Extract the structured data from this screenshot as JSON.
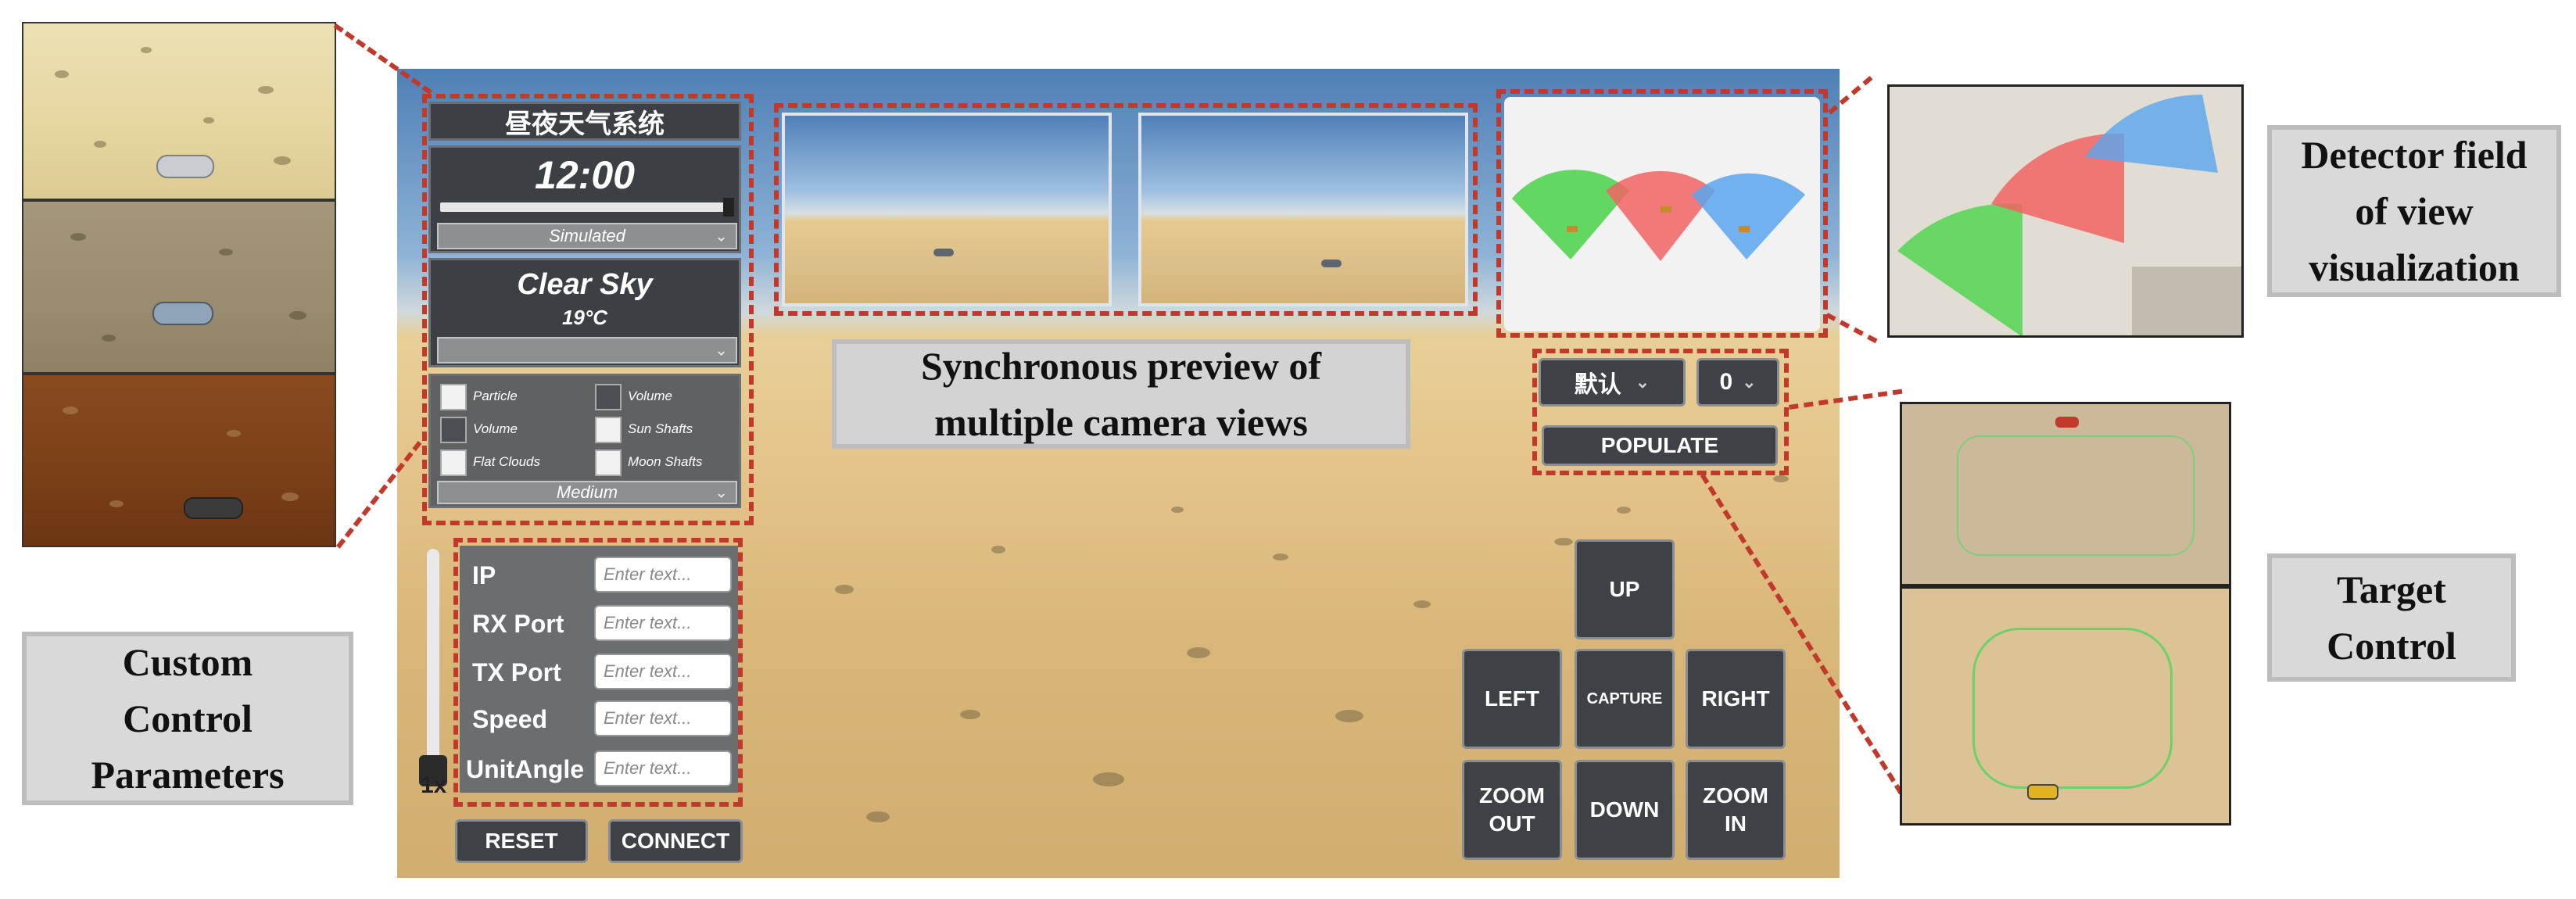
{
  "labels": {
    "sync_preview": "Synchronous preview of multiple camera views",
    "detector_fov": "Detector field of view visualization",
    "target_control": "Target Control",
    "custom_control": "Custom Control Parameters"
  },
  "weather_panel": {
    "title": "昼夜天气系统",
    "time": "12:00",
    "time_mode": "Simulated",
    "weather": "Clear Sky",
    "temperature": "19°C",
    "weather_dropdown": "",
    "time_slider_fraction": 0.97
  },
  "clouds": {
    "options": [
      {
        "label": "Particle",
        "checked": true
      },
      {
        "label": "Volume",
        "checked": false
      },
      {
        "label": "Volume",
        "checked": false
      },
      {
        "label": "Sun Shafts",
        "checked": true
      },
      {
        "label": "Flat Clouds",
        "checked": true
      },
      {
        "label": "Moon Shafts",
        "checked": true
      }
    ],
    "quality": "Medium"
  },
  "connection": {
    "fields": [
      {
        "label": "IP",
        "placeholder": "Enter text..."
      },
      {
        "label": "RX Port",
        "placeholder": "Enter text..."
      },
      {
        "label": "TX Port",
        "placeholder": "Enter text..."
      },
      {
        "label": "Speed",
        "placeholder": "Enter text..."
      },
      {
        "label": "UnitAngle",
        "placeholder": "Enter text..."
      }
    ],
    "speed_multiplier": "1x",
    "reset_label": "RESET",
    "connect_label": "CONNECT"
  },
  "target": {
    "preset": "默认",
    "count": "0",
    "populate_label": "POPULATE"
  },
  "camera_controls": {
    "up": "UP",
    "left": "LEFT",
    "capture": "CAPTURE",
    "right": "RIGHT",
    "zoom_out": "ZOOM OUT",
    "down": "DOWN",
    "zoom_in": "ZOOM IN"
  },
  "colors": {
    "annotation_red": "#c0392b",
    "label_bg": "#d9d9d9",
    "panel_bg": "#3c3f44",
    "fov_green": "#52d552",
    "fov_red": "#f26464",
    "fov_blue": "#5aa6ef"
  }
}
